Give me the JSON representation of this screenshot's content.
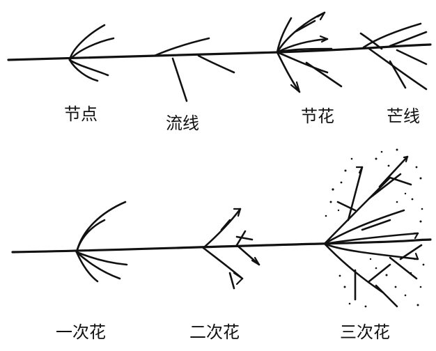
{
  "labels": {
    "row1": [
      "节点",
      "流线",
      "节花",
      "芒线"
    ],
    "row2": [
      "一次花",
      "二次花",
      "三次花"
    ]
  },
  "ink_color": "#111111",
  "background": "#ffffff"
}
